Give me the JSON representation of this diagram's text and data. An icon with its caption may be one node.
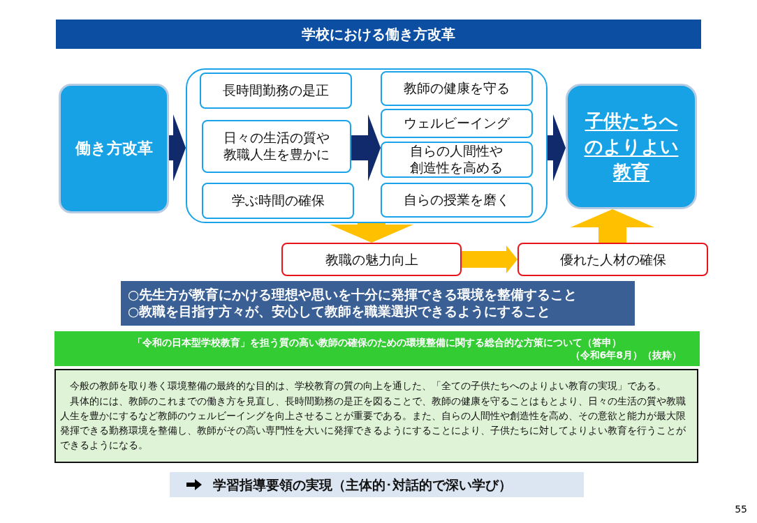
{
  "diagram": {
    "title": "学校における働き方改革",
    "nodes": [
      {
        "text": [
          "働き方改革"
        ]
      },
      {
        "text": [],
        "shape": "box"
      },
      {
        "text": [
          "長時間勤務の是正"
        ],
        "in": 1
      },
      {
        "text": [
          "日々の生活の質や教職人生を豊かに"
        ],
        "in": 1
      },
      {
        "text": [
          "学ぶ時間の確保"
        ],
        "in": 1
      },
      {
        "text": [
          "教師の健康を守る"
        ],
        "in": 1
      },
      {
        "text": [
          "ウェルビーイング"
        ],
        "in": 1
      },
      {
        "text": [
          "自らの人間性や創造性を高める"
        ],
        "in": 1
      },
      {
        "text": [
          "自らの授業を磨く"
        ],
        "in": 1
      },
      {
        "text": [
          "子供たちへのよりよい教育"
        ]
      },
      {
        "text": [
          "教職の魅力向上"
        ]
      },
      {
        "text": [
          "優れた人材の確保"
        ]
      },
      {
        "text": [
          "○先生方が教育にかける理想や思いを十分に発揮できる環境を整備すること",
          "○教職を目指す方々が、安心して教師を職業選択できるようにすること"
        ]
      },
      {
        "text": [
          "「令和の日本型学校教育」を担う質の高い教師の確保のための環境整備に関する総合的な方策について（答申）",
          "（令和6年8月）（抜粋）"
        ]
      },
      {
        "text": [
          "今般の教師を取り巻く環境整備の最終的な目的は、学校教育の質の向上を通した、「全ての子供たちへのよりよい教育の実現」である。",
          "具体的には、教師のこれまでの働き方を見直し、長時間勤務の是正を図ることで、教師の健康を守ることはもとより、日々の生活の質や教職人生を豊かにするなど教師のウェルビーイングを向上させることが重要である。また、自らの人間性や創造性を高め、その意欲と能力が最大限発揮できる勤務環境を整備し、教師がその高い専門性を大いに発揮できるようにすることにより、子供たちに対してよりよい教育を行うことができるようになる。"
        ]
      },
      {
        "text": [
          "学習指導要領の実現（主体的･対話的で深い学び）"
        ]
      }
    ],
    "edges": [
      {
        "from": 0,
        "to": 1,
        "arrow": "to"
      },
      {
        "from": 3,
        "to": 7,
        "arrow": "to"
      },
      {
        "from": 1,
        "to": 9,
        "arrow": "to"
      },
      {
        "from": 1,
        "to": 10,
        "arrow": "to",
        "color": "#ffc000"
      },
      {
        "from": 10,
        "to": 11,
        "arrow": "to",
        "color": "#ffc000"
      },
      {
        "from": 11,
        "to": 9,
        "arrow": "to",
        "color": "#ffc000"
      }
    ],
    "labels": [
      "55"
    ]
  }
}
